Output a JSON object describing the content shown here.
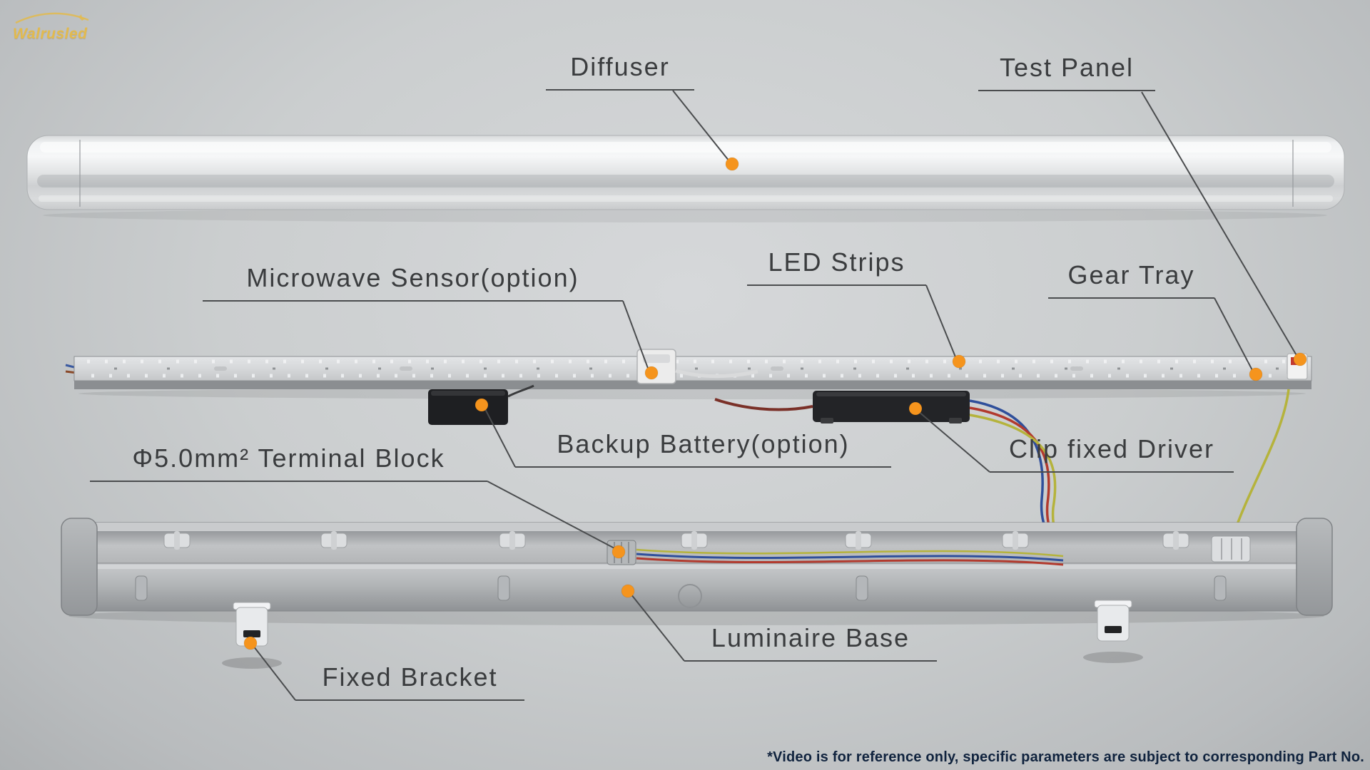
{
  "watermark": {
    "brand": "Walrusled"
  },
  "footnote": {
    "text": "*Video is for reference only, specific parameters are subject to corresponding Part No."
  },
  "colors": {
    "accent_dot": "#f5941d",
    "leader_line": "#4a4c4e",
    "label_text": "#3a3c3e",
    "footnote_text": "#10233e",
    "watermark_gold": "#e8ba3e"
  },
  "diagram": {
    "labels": [
      {
        "id": "diffuser",
        "text": "Diffuser"
      },
      {
        "id": "test-panel",
        "text": "Test Panel"
      },
      {
        "id": "microwave-sensor",
        "text": "Microwave Sensor(option)"
      },
      {
        "id": "led-strips",
        "text": "LED Strips"
      },
      {
        "id": "gear-tray",
        "text": "Gear Tray"
      },
      {
        "id": "terminal-block",
        "text": "Φ5.0mm² Terminal Block"
      },
      {
        "id": "backup-battery",
        "text": "Backup Battery(option)"
      },
      {
        "id": "clip-fixed-driver",
        "text": "Clip fixed Driver"
      },
      {
        "id": "luminaire-base",
        "text": "Luminaire Base"
      },
      {
        "id": "fixed-bracket",
        "text": "Fixed Bracket"
      }
    ]
  }
}
